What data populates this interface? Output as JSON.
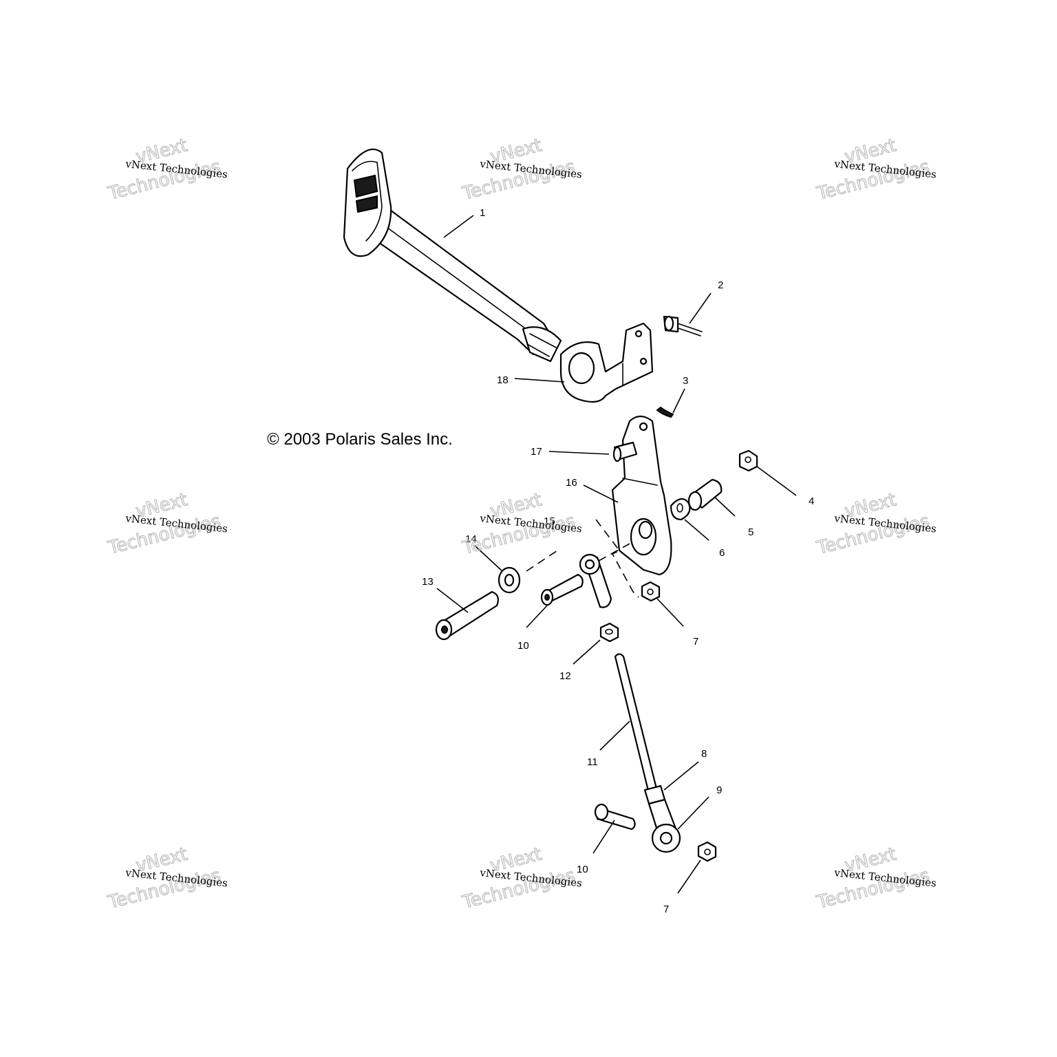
{
  "copyright": "© 2003 Polaris Sales Inc.",
  "watermark": {
    "small_text": "vNext Technologies",
    "big_line1": "vNext",
    "big_line2": "Technologies"
  },
  "callouts": {
    "c1": "1",
    "c2": "2",
    "c3": "3",
    "c4": "4",
    "c5": "5",
    "c6": "6",
    "c7a": "7",
    "c7b": "7",
    "c8": "8",
    "c9": "9",
    "c10a": "10",
    "c10b": "10",
    "c11": "11",
    "c12": "12",
    "c13": "13",
    "c14": "14",
    "c15": "15",
    "c16": "16",
    "c17": "17",
    "c18": "18"
  }
}
